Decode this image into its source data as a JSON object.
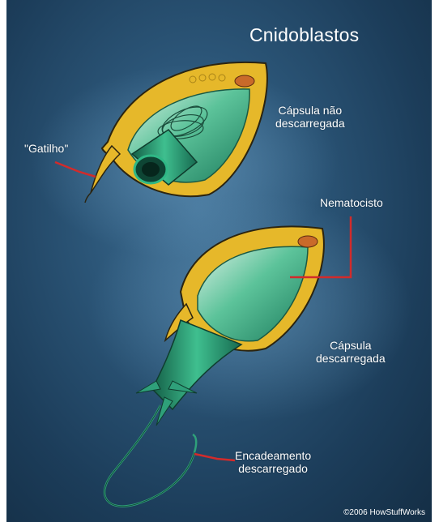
{
  "title": "Cnidoblastos",
  "labels": {
    "trigger": "\"Gatilho\"",
    "capsule_undischarged_line1": "Cápsula não",
    "capsule_undischarged_line2": "descarregada",
    "nematocyst": "Nematocisto",
    "capsule_discharged_line1": "Cápsula",
    "capsule_discharged_line2": "descarregada",
    "thread_discharged_line1": "Encadeamento",
    "thread_discharged_line2": "descarregado"
  },
  "copyright": "©2006 HowStuffWorks",
  "colors": {
    "background": "#1f4566",
    "cell_wall": "#e6b82a",
    "capsule": "#2aa07a",
    "leader_line": "#d22b2b",
    "text": "#ffffff"
  }
}
